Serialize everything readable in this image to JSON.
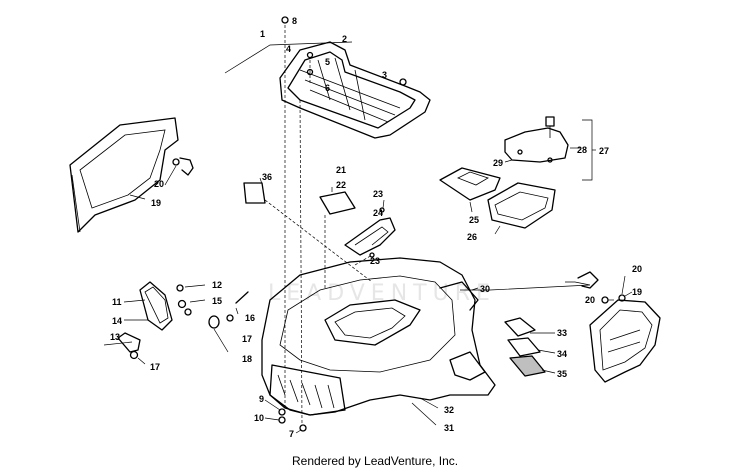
{
  "diagram": {
    "callouts": [
      "1",
      "2",
      "3",
      "4",
      "5",
      "6",
      "7",
      "8",
      "9",
      "10",
      "11",
      "12",
      "13",
      "14",
      "15",
      "16",
      "17",
      "17",
      "18",
      "19",
      "19",
      "20",
      "20",
      "20",
      "21",
      "22",
      "23",
      "23",
      "24",
      "25",
      "26",
      "27",
      "28",
      "29",
      "30",
      "31",
      "32",
      "33",
      "34",
      "35",
      "36"
    ],
    "watermark": "LEADVENTURE",
    "footer": "Rendered by LeadVenture, Inc."
  },
  "colors": {
    "line": "#000000",
    "shade": "#bfbfbf",
    "watermark": "#e6e6e6",
    "background": "#ffffff"
  }
}
